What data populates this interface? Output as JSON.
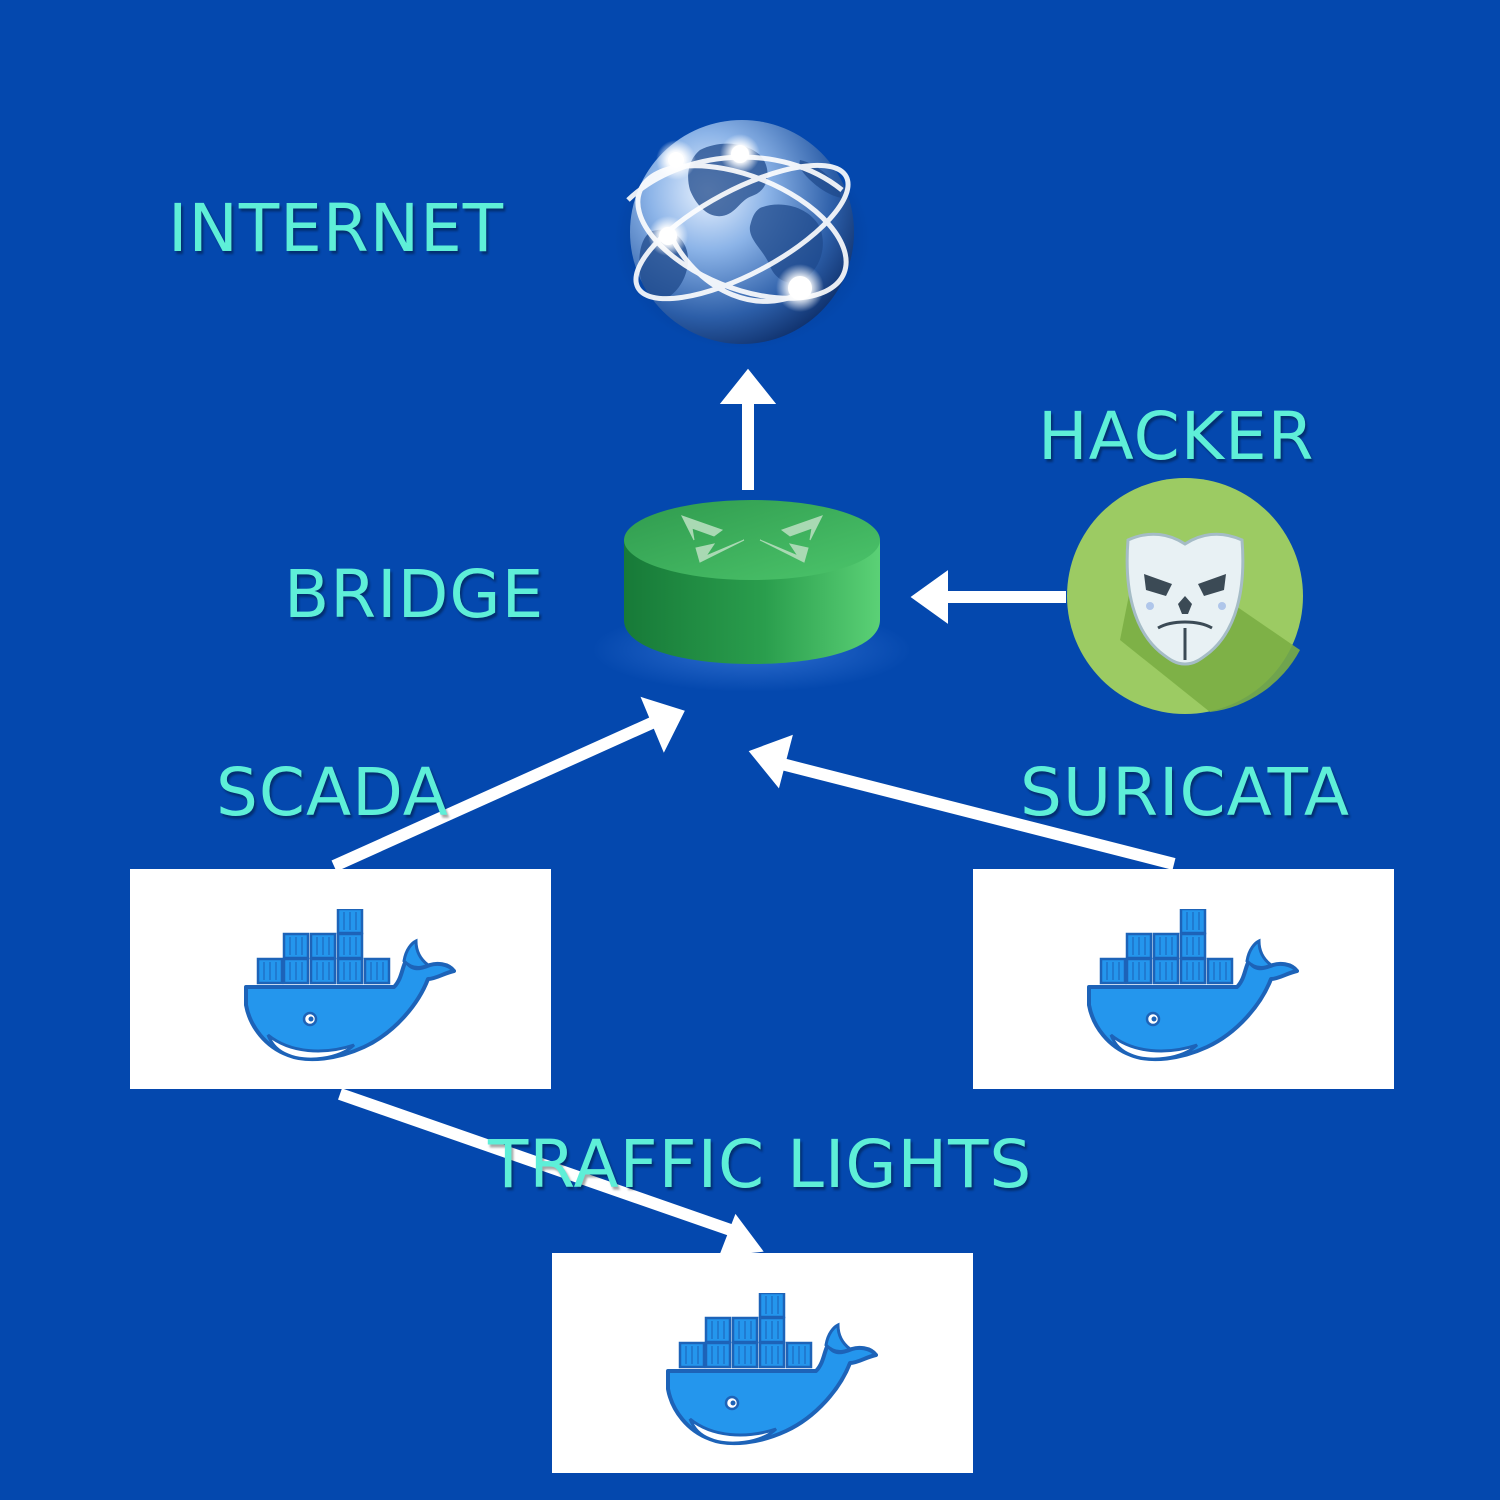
{
  "nodes": {
    "internet": {
      "label": "INTERNET"
    },
    "bridge": {
      "label": "BRIDGE"
    },
    "hacker": {
      "label": "HACKER"
    },
    "scada": {
      "label": "SCADA"
    },
    "suricata": {
      "label": "SURICATA"
    },
    "traffic_lights": {
      "label": "TRAFFIC LIGHTS"
    }
  },
  "icons": {
    "internet": "globe-icon",
    "bridge": "router-icon",
    "hacker": "hacker-mask-icon",
    "containers": "docker-whale-icon"
  },
  "edges": [
    {
      "from": "bridge",
      "to": "internet"
    },
    {
      "from": "hacker",
      "to": "bridge"
    },
    {
      "from": "scada",
      "to": "bridge"
    },
    {
      "from": "suricata",
      "to": "bridge"
    },
    {
      "from": "scada",
      "to": "traffic_lights"
    }
  ],
  "colors": {
    "background": "#0448AE",
    "label": "#5EEFD8",
    "arrow": "#FFFFFF",
    "box": "#FFFFFF",
    "router_green": "#2DA44E",
    "hacker_green": "#9CCB63",
    "docker_blue": "#2496ED",
    "docker_dark": "#1D63B8"
  }
}
